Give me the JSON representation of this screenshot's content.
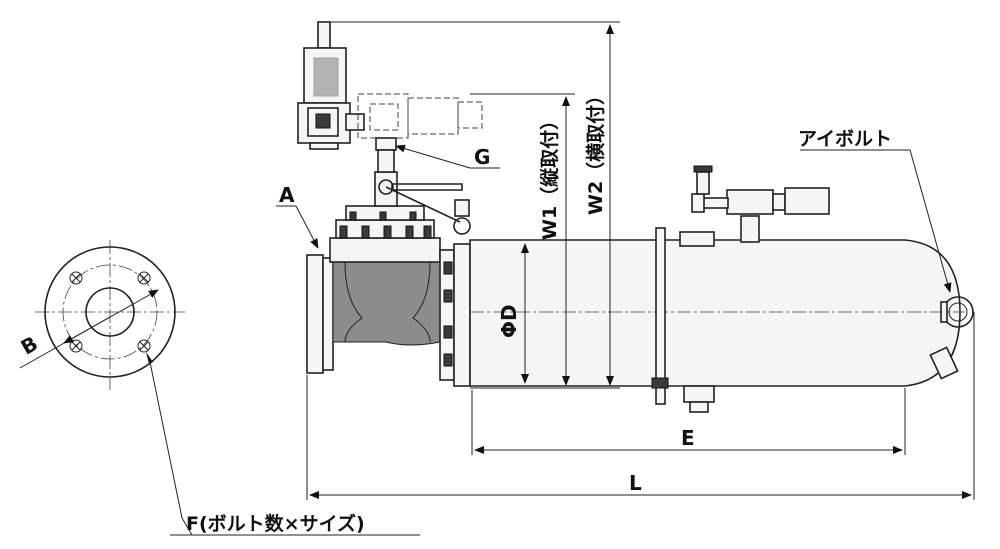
{
  "labels": {
    "A": "A",
    "B": "B",
    "G": "G",
    "E": "E",
    "L": "L",
    "phi_d": "ΦD",
    "w1": "W1（縦取付）",
    "w2": "W2（横取付）",
    "eyebolt": "アイボルト",
    "f_bolts": "F(ボルト数×サイズ)"
  }
}
